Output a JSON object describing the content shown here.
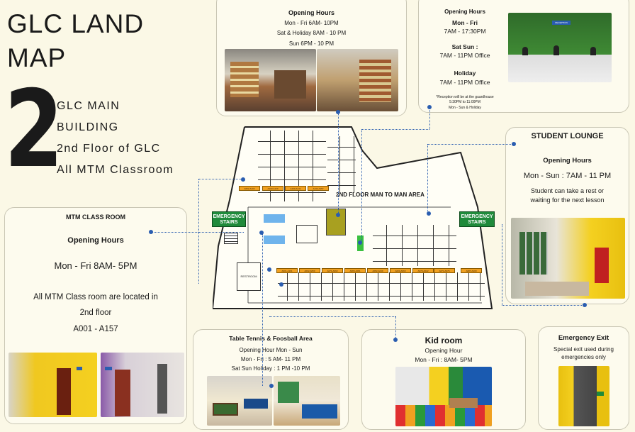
{
  "title": {
    "line1": "GLC LAND",
    "line2": "MAP"
  },
  "floor_number": "2",
  "building": {
    "line1": "GLC MAIN",
    "line2": "BUILDING",
    "line3": "2nd Floor of GLC",
    "line4": "All MTM Classroom"
  },
  "store": {
    "heading": "Opening Hours",
    "line1": "Mon - Fri  6AM- 10PM",
    "line2": "Sat & Holiday 8AM - 10 PM",
    "line3": "Sun 6PM - 10 PM"
  },
  "reception": {
    "heading": "Opening Hours",
    "days1": "Mon - Fri",
    "hours1": "7AM - 17:30PM",
    "days2": "Sat Sun :",
    "hours2": "7AM -  11PM Office",
    "days3": "Holiday",
    "hours3": "7AM - 11PM Office",
    "note1": "*Reception will be at the guardhouse",
    "note2": "5:30PM to 11:00PM",
    "note3": "Mon - Sun & Holiday",
    "sign": "RECEPTION"
  },
  "student_lounge": {
    "title": "STUDENT LOUNGE",
    "heading": "Opening Hours",
    "hours": "Mon - Sun : 7AM - 11 PM",
    "desc1": "Student can take a rest or",
    "desc2": "waiting for the next lesson"
  },
  "mtm_classroom": {
    "title": "MTM CLASS ROOM",
    "heading": "Opening Hours",
    "hours": "Mon - Fri  8AM- 5PM",
    "desc1": "All MTM Class room are located in",
    "desc2": "2nd floor",
    "desc3": "A001 - A157"
  },
  "table_tennis": {
    "title": "Table Tennis & Foosball Area",
    "line1": "Opening Hour Mon - Sun",
    "line2": "Mon - Fri  : 5 AM- 11 PM",
    "line3": "Sat Sun Holiday : 1 PM -10 PM"
  },
  "kid_room": {
    "title": "Kid room",
    "line1": "Opening Hour",
    "line2": "Mon - Fri  : 8AM- 5PM"
  },
  "emergency_exit": {
    "title": "Emergency Exit",
    "line1": "Special exit used during",
    "line2": "emergencies only"
  },
  "map": {
    "area_label": "2ND FLOOR MAN TO MAN AREA",
    "restroom": "RESTROOM",
    "emergency_left": "EMERGENCY STAIRS",
    "emergency_right": "EMERGENCY STAIRS",
    "rooms_top": [
      "A062-A102",
      "A103-A120",
      "A130-A141",
      "A132-A157"
    ],
    "rooms_bottom": [
      "A001-A101",
      "A002-A050",
      "A071-A092",
      "A080-A081",
      "A082-A049",
      "A000-A063",
      "A070-A022",
      "A074-A076",
      "A087-A100"
    ]
  },
  "colors": {
    "accent": "#2a5db0",
    "emergency": "#1f8a3a",
    "room_tag": "#f0a020",
    "background": "#fbf8e6"
  }
}
